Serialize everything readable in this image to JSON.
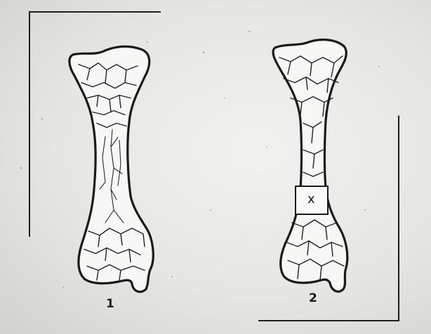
{
  "figure": {
    "panels": [
      {
        "label": "1"
      },
      {
        "label": "2",
        "marker": "x"
      }
    ]
  }
}
